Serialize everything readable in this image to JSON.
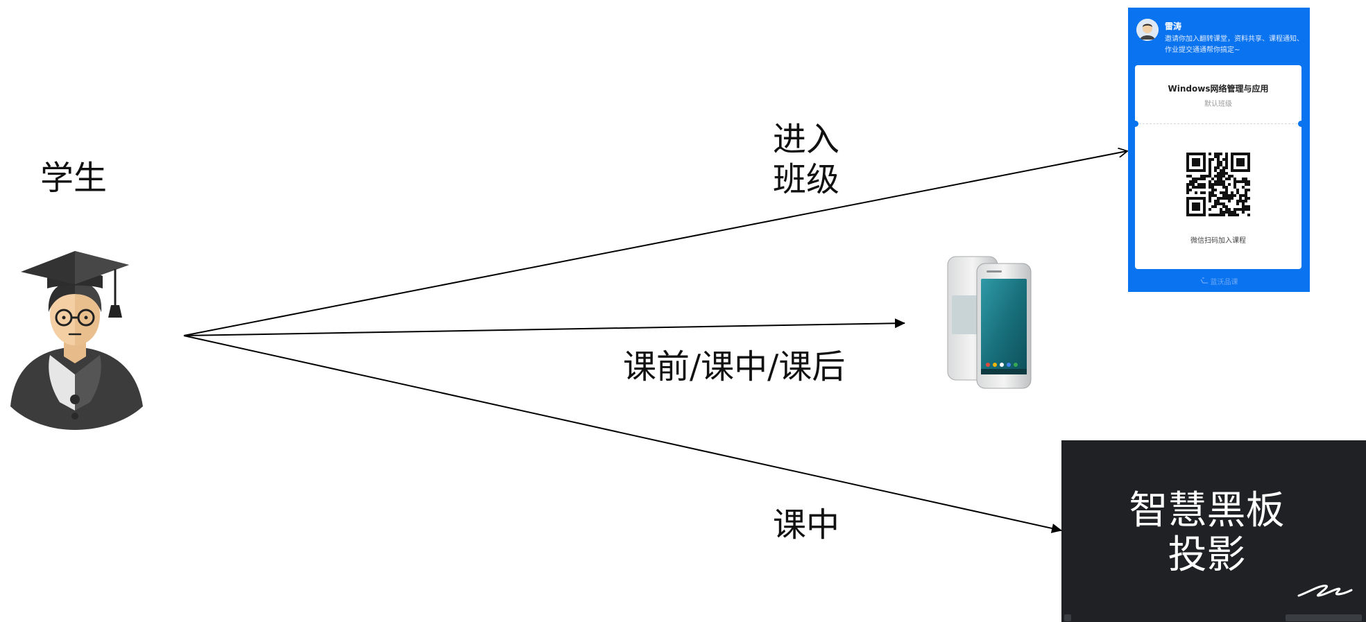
{
  "labels": {
    "student": "学生",
    "join_line1": "进入",
    "join_line2": "班级",
    "phases": "课前/课中/课后",
    "in_class": "课中"
  },
  "invite_card": {
    "teacher_name": "雷涛",
    "message": "邀请你加入翻转课堂，资料共享、课程通知、作业提交通通帮你搞定~",
    "course_title": "Windows网络管理与应用",
    "class_name": "默认班级",
    "scan_hint": "微信扫码加入课程",
    "footer": "蓝沃品课",
    "accent_color": "#0a73f0"
  },
  "board": {
    "line1": "智慧黑板",
    "line2": "投影",
    "background": "#1f2124"
  },
  "icons": [
    "graduate-student-icon",
    "smartphone-icon",
    "qr-code-icon",
    "teacher-avatar-icon",
    "brand-logo-icon"
  ]
}
